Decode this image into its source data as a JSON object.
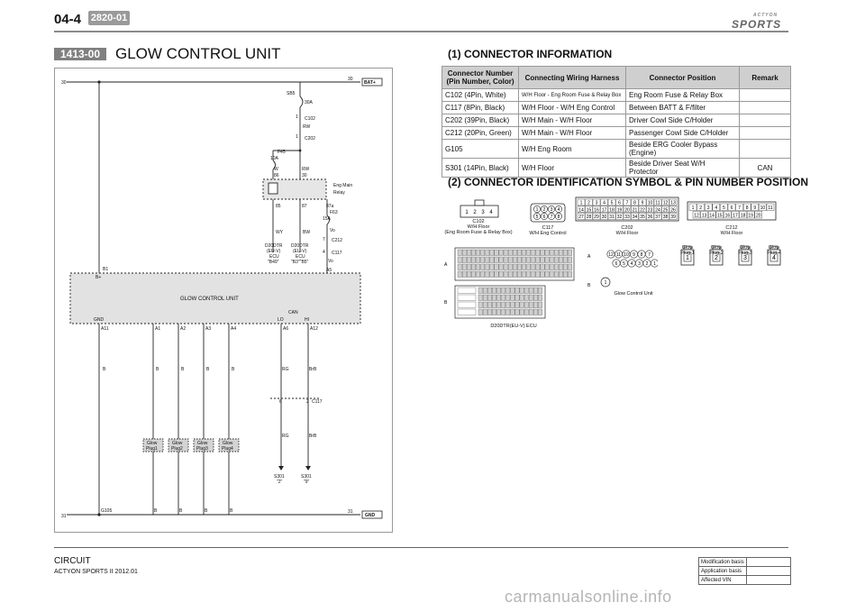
{
  "header": {
    "page_number": "04-4",
    "model_code": "2820-01",
    "logo_text": "SPORTS",
    "logo_small": "ACTYON"
  },
  "section": {
    "code": "1413-00",
    "title": "GLOW CONTROL UNIT"
  },
  "diagram": {
    "b30_top": "30",
    "b30_top_right": "30",
    "bat_tag": "BAT+",
    "b31_left": "31",
    "b31_right": "31",
    "gnd_tag": "GND",
    "fuse_sb5": "SB5",
    "fuse_sb5_rating": "30A",
    "c102": "C102",
    "c202": "C202",
    "wire_rw1": "RW",
    "pin_1a": "1",
    "pin_1b": "1",
    "fuse_f45": "F45",
    "fuse_f45_rating": "10A",
    "relay_w": "W",
    "relay_86": "86",
    "relay_rw": "RW",
    "relay_30": "30",
    "relay_85": "85",
    "relay_87": "87",
    "relay_87a": "87a",
    "relay_name": "Eng Main",
    "relay_name2": "Relay",
    "fuse_f63": "F63",
    "fuse_f63_rating": "15A",
    "wire_wy": "WY",
    "wire_bw": "BW",
    "wire_vo1": "Vo",
    "wire_vo2": "Vo",
    "c212": "C212",
    "c117": "C117",
    "pin_7": "7",
    "pin_4": "4",
    "ecu1_a": "D20DTR",
    "ecu1_b": "(EU-V)",
    "ecu1_c": "ECU",
    "ecu1_d": "\"B49\"",
    "ecu2_a": "D20DTR",
    "ecu2_b": "(EU-V)",
    "ecu2_c": "ECU",
    "ecu2_d": "\"B3\"\"B5\"",
    "pin_b1": "B1",
    "pin_bplus": "B+",
    "pin_a5": "A5",
    "unit_label": "GLOW CONTROL UNIT",
    "gnd": "GND",
    "can": "CAN",
    "lo": "LO",
    "hi": "HI",
    "pin_a11": "A11",
    "pin_a1": "A1",
    "pin_a2": "A2",
    "pin_a3": "A3",
    "pin_a4": "A4",
    "pin_a6": "A6",
    "pin_a12": "A12",
    "w_b1": "B",
    "w_b2": "B",
    "w_b3": "B",
    "w_b4": "B",
    "w_b5": "B",
    "w_rg": "RG",
    "w_brb": "BrB",
    "pin_6": "6",
    "pin_2": "2",
    "c117b": "C117",
    "w_rg2": "RG",
    "w_brb2": "BrB",
    "plug1": "Glow",
    "plug1b": "Plug1",
    "plug2": "Glow",
    "plug2b": "Plug2",
    "plug3": "Glow",
    "plug3b": "Plug3",
    "plug4": "Glow",
    "plug4b": "Plug4",
    "s301a": "S301",
    "s301a_pin": "\"2\"",
    "s301b": "S301",
    "s301b_pin": "\"9\"",
    "g105": "G105",
    "gb1": "B",
    "gb2": "B",
    "gb3": "B",
    "gb4": "B"
  },
  "connector_info": {
    "heading": "(1) CONNECTOR INFORMATION",
    "columns": [
      "Connector Number (Pin Number, Color)",
      "Connecting Wiring Harness",
      "Connector Position",
      "Remark"
    ],
    "rows": [
      [
        "C102 (4Pin, White)",
        "W/H Floor - Eng Room Fuse & Relay Box",
        "Eng Room Fuse & Relay Box",
        ""
      ],
      [
        "C117 (8Pin, Black)",
        "W/H Floor - W/H Eng Control",
        "Between BATT & F/filter",
        ""
      ],
      [
        "C202 (39Pin, Black)",
        "W/H Main - W/H Floor",
        "Driver Cowl Side C/Holder",
        ""
      ],
      [
        "C212 (20Pin, Green)",
        "W/H Main - W/H Floor",
        "Passenger Cowl Side C/Holder",
        ""
      ],
      [
        "G105",
        "W/H Eng Room",
        "Beside ERG Cooler Bypass (Engine)",
        ""
      ],
      [
        "S301 (14Pin, Black)",
        "W/H Floor",
        "Beside Driver Seat W/H Protector",
        "CAN"
      ]
    ]
  },
  "connector_id": {
    "heading": "(2) CONNECTOR IDENTIFICATION SYMBOL & PIN NUMBER POSITION",
    "c102": {
      "name": "C102",
      "sub": "W/H Floor",
      "sub2": "(Eng Room Fuse & Relay Box)",
      "pins": [
        "1",
        "2",
        "3",
        "4"
      ]
    },
    "c117": {
      "name": "C117",
      "sub": "W/H Eng Control",
      "pins_top": [
        "1",
        "2",
        "3",
        "4"
      ],
      "pins_bot": [
        "5",
        "6",
        "7",
        "8"
      ]
    },
    "c202": {
      "name": "C202",
      "sub": "W/H Floor",
      "row1": [
        "1",
        "2",
        "3",
        "4",
        "5",
        "6",
        "7",
        "8",
        "9",
        "10",
        "11",
        "12",
        "13"
      ],
      "row2": [
        "14",
        "15",
        "16",
        "17",
        "18",
        "19",
        "20",
        "21",
        "22",
        "23",
        "24",
        "25",
        "26"
      ],
      "row3": [
        "27",
        "28",
        "29",
        "30",
        "31",
        "32",
        "33",
        "34",
        "35",
        "36",
        "37",
        "38",
        "39"
      ]
    },
    "c212": {
      "name": "C212",
      "sub": "W/H Floor",
      "row1": [
        "1",
        "2",
        "3",
        "4",
        "5",
        "6",
        "7",
        "8",
        "9",
        "10",
        "11"
      ],
      "row2": [
        "12",
        "13",
        "14",
        "15",
        "16",
        "17",
        "18",
        "19",
        "20"
      ]
    },
    "ecu": {
      "name": "D20DTR(EU-V) ECU",
      "a": "A",
      "b": "B"
    },
    "gcu": {
      "name": "Glow Control Unit",
      "a": "A",
      "b": "B",
      "row1": [
        "12",
        "11",
        "10",
        "9",
        "8",
        "7"
      ],
      "row2": [
        "6",
        "5",
        "4",
        "3",
        "2",
        "1"
      ],
      "single": "1"
    },
    "plugs": [
      {
        "pin": "1",
        "label": "Glow",
        "label2": "Plug 1"
      },
      {
        "pin": "2",
        "label": "Glow",
        "label2": "Plug 2"
      },
      {
        "pin": "3",
        "label": "Glow",
        "label2": "Plug 3"
      },
      {
        "pin": "4",
        "label": "Glow",
        "label2": "Plug 4"
      }
    ]
  },
  "footer": {
    "section": "CIRCUIT",
    "model": "ACTYON SPORTS II 2012.01",
    "meta": [
      "Modification basis",
      "Application basis",
      "Affected VIN"
    ],
    "watermark": "carmanualsonline.info"
  }
}
